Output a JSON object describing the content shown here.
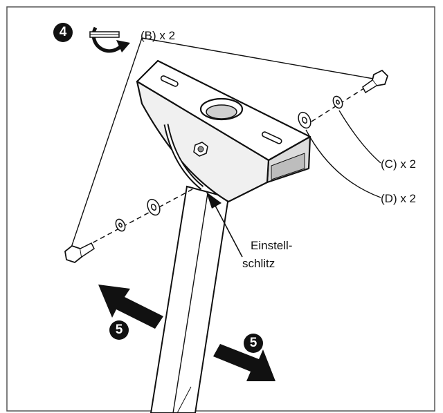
{
  "step_top": "4",
  "step_left": "5",
  "step_right": "5",
  "callouts": {
    "b": "(B) x 2",
    "c": "(C) x 2",
    "d": "(D) x 2",
    "slot_line1": "Einstell-",
    "slot_line2": "schlitz"
  },
  "colors": {
    "ink": "#111111",
    "paper": "#ffffff",
    "frame": "#555555"
  },
  "icons": [
    "rotate-clockwise-icon",
    "bolt-icon",
    "washer-icon",
    "push-arrow-icon"
  ]
}
